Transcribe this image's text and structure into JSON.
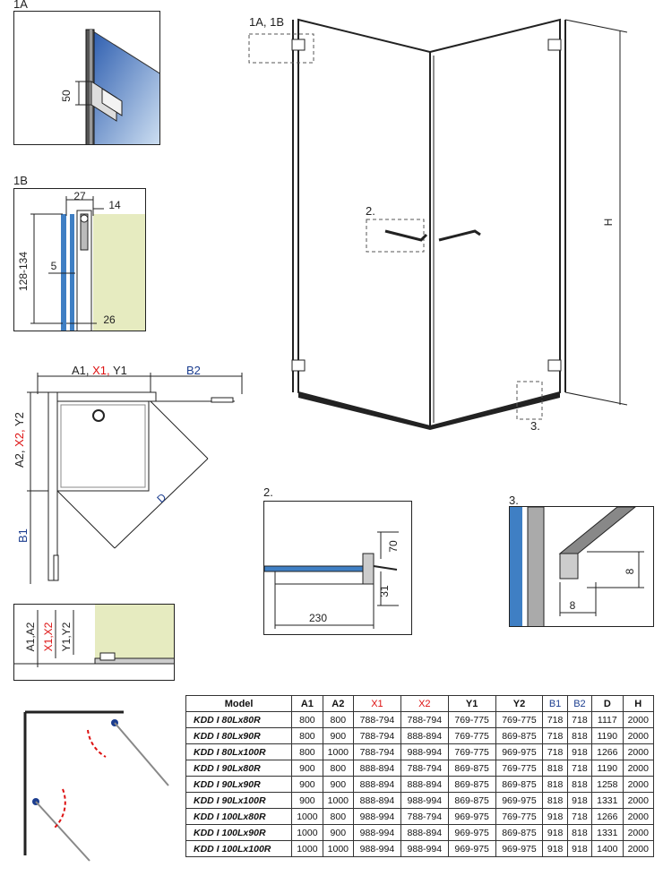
{
  "labels": {
    "detail_1a": "1A",
    "detail_1b": "1B",
    "ref_1a_1b": "1A, 1B",
    "ref_2": "2.",
    "ref_3": "3.",
    "detail_2": "2.",
    "detail_3": "3.",
    "h": "H"
  },
  "dims_1a": {
    "d50": "50"
  },
  "dims_1b": {
    "d27": "27",
    "d14": "14",
    "d128": "128-134",
    "d5": "5",
    "d26": "26"
  },
  "plan": {
    "top_a1": "A1, ",
    "top_x1": "X1, ",
    "top_y1": "Y1",
    "top_b2": "B2",
    "left_a2": "A2, ",
    "left_x2": "X2, ",
    "left_y2": "Y2",
    "left_b1": "B1",
    "diag_d": "D"
  },
  "section": {
    "a1a2": "A1,A2",
    "x1x2": "X1,X2",
    "y1y2": "Y1,Y2"
  },
  "dims_2": {
    "d70": "70",
    "d31": "31",
    "d230": "230"
  },
  "dims_3": {
    "d8a": "8",
    "d8b": "8"
  },
  "colors": {
    "glass": "#3f7fc4",
    "wall": "#e6ebc0",
    "red": "#d11111",
    "blue": "#1b3d8f"
  },
  "table": {
    "headers": [
      "Model",
      "A1",
      "A2",
      "X1",
      "X2",
      "Y1",
      "Y2",
      "B1",
      "B2",
      "D",
      "H"
    ],
    "rows": [
      [
        "KDD I 80Lx80R",
        "800",
        "800",
        "788-794",
        "788-794",
        "769-775",
        "769-775",
        "718",
        "718",
        "1117",
        "2000"
      ],
      [
        "KDD I 80Lx90R",
        "800",
        "900",
        "788-794",
        "888-894",
        "769-775",
        "869-875",
        "718",
        "818",
        "1190",
        "2000"
      ],
      [
        "KDD I 80Lx100R",
        "800",
        "1000",
        "788-794",
        "988-994",
        "769-775",
        "969-975",
        "718",
        "918",
        "1266",
        "2000"
      ],
      [
        "KDD I 90Lx80R",
        "900",
        "800",
        "888-894",
        "788-794",
        "869-875",
        "769-775",
        "818",
        "718",
        "1190",
        "2000"
      ],
      [
        "KDD I 90Lx90R",
        "900",
        "900",
        "888-894",
        "888-894",
        "869-875",
        "869-875",
        "818",
        "818",
        "1258",
        "2000"
      ],
      [
        "KDD I 90Lx100R",
        "900",
        "1000",
        "888-894",
        "988-994",
        "869-875",
        "969-975",
        "818",
        "918",
        "1331",
        "2000"
      ],
      [
        "KDD I 100Lx80R",
        "1000",
        "800",
        "988-994",
        "788-794",
        "969-975",
        "769-775",
        "918",
        "718",
        "1266",
        "2000"
      ],
      [
        "KDD I 100Lx90R",
        "1000",
        "900",
        "988-994",
        "888-894",
        "969-975",
        "869-875",
        "918",
        "818",
        "1331",
        "2000"
      ],
      [
        "KDD I 100Lx100R",
        "1000",
        "1000",
        "988-994",
        "988-994",
        "969-975",
        "969-975",
        "918",
        "918",
        "1400",
        "2000"
      ]
    ]
  }
}
